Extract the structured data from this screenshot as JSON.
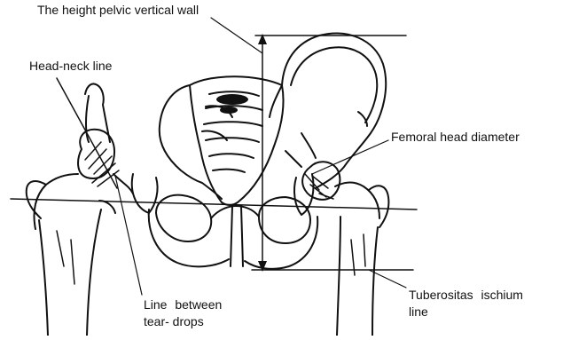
{
  "labels": {
    "pelvic_wall": "The height pelvic vertical wall",
    "head_neck": "Head-neck line",
    "femoral_head": "Femoral head diameter",
    "tear_drops_line1": "Line between",
    "tear_drops_line2": "tear- drops",
    "tuberositas_line1": "Tuberositas ischium",
    "tuberositas_line2": "line"
  }
}
